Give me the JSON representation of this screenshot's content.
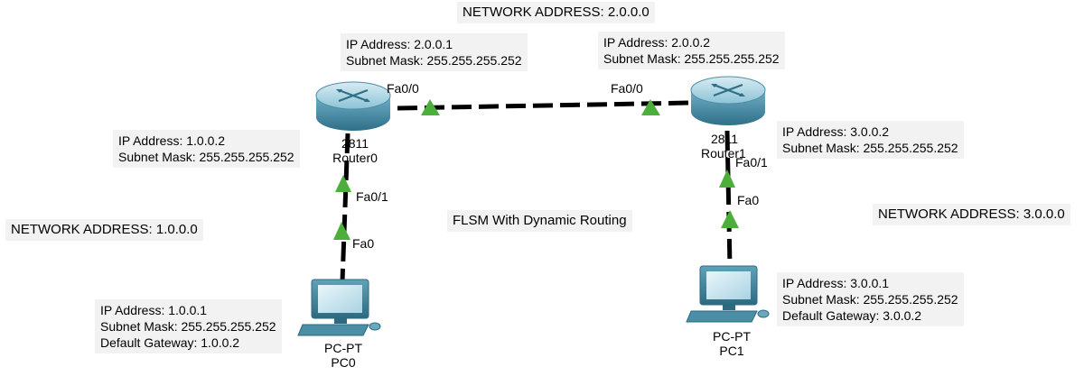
{
  "networks": {
    "top": "NETWORK ADDRESS: 2.0.0.0",
    "left": "NETWORK ADDRESS: 1.0.0.0",
    "right": "NETWORK ADDRESS: 3.0.0.0"
  },
  "title": "FLSM With Dynamic Routing",
  "router0": {
    "model": "2811",
    "name": "Router0",
    "wan_note": {
      "ip": "IP Address: 2.0.0.1",
      "mask": "Subnet Mask: 255.255.255.252"
    },
    "lan_note": {
      "ip": "IP Address: 1.0.0.2",
      "mask": "Subnet Mask: 255.255.255.252"
    },
    "port_wan": "Fa0/0",
    "port_lan": "Fa0/1"
  },
  "router1": {
    "model": "2811",
    "name": "Router1",
    "wan_note": {
      "ip": "IP Address: 2.0.0.2",
      "mask": "Subnet Mask: 255.255.255.252"
    },
    "lan_note": {
      "ip": "IP Address: 3.0.0.2",
      "mask": "Subnet Mask: 255.255.255.252"
    },
    "port_wan": "Fa0/0",
    "port_lan": "Fa0/1"
  },
  "pc0": {
    "type": "PC-PT",
    "name": "PC0",
    "port": "Fa0",
    "note": {
      "ip": "IP Address: 1.0.0.1",
      "mask": "Subnet Mask: 255.255.255.252",
      "gw": "Default Gateway: 1.0.0.2"
    }
  },
  "pc1": {
    "type": "PC-PT",
    "name": "PC1",
    "port": "Fa0",
    "note": {
      "ip": "IP Address: 3.0.0.1",
      "mask": "Subnet Mask: 255.255.255.252",
      "gw": "Default Gateway: 3.0.0.2"
    }
  },
  "colors": {
    "link": "#000000",
    "link_up": "#4caf3c",
    "note_bg": "#f2f2f2",
    "router_body": "#4a8fa8",
    "pc_body": "#3f7f95"
  }
}
